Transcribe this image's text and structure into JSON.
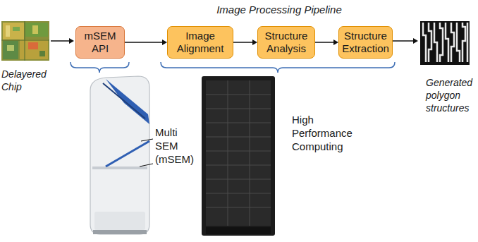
{
  "diagram": {
    "title": "Image Processing Pipeline",
    "nodes": [
      {
        "text": [
          "mSEM API"
        ]
      },
      {
        "text": [
          "Image Alignment"
        ]
      },
      {
        "text": [
          "Structure Analysis"
        ]
      },
      {
        "text": [
          "Structure Extraction"
        ]
      }
    ],
    "edges": [
      {
        "from": 0,
        "to": 1,
        "arrow": "to"
      },
      {
        "from": 1,
        "to": 2,
        "arrow": "to"
      },
      {
        "from": 2,
        "to": 3,
        "arrow": "to"
      }
    ],
    "labels": [
      "Delayered Chip",
      "Generated polygon structures",
      "Multi SEM (mSEM)",
      "High Performance Computing"
    ]
  }
}
